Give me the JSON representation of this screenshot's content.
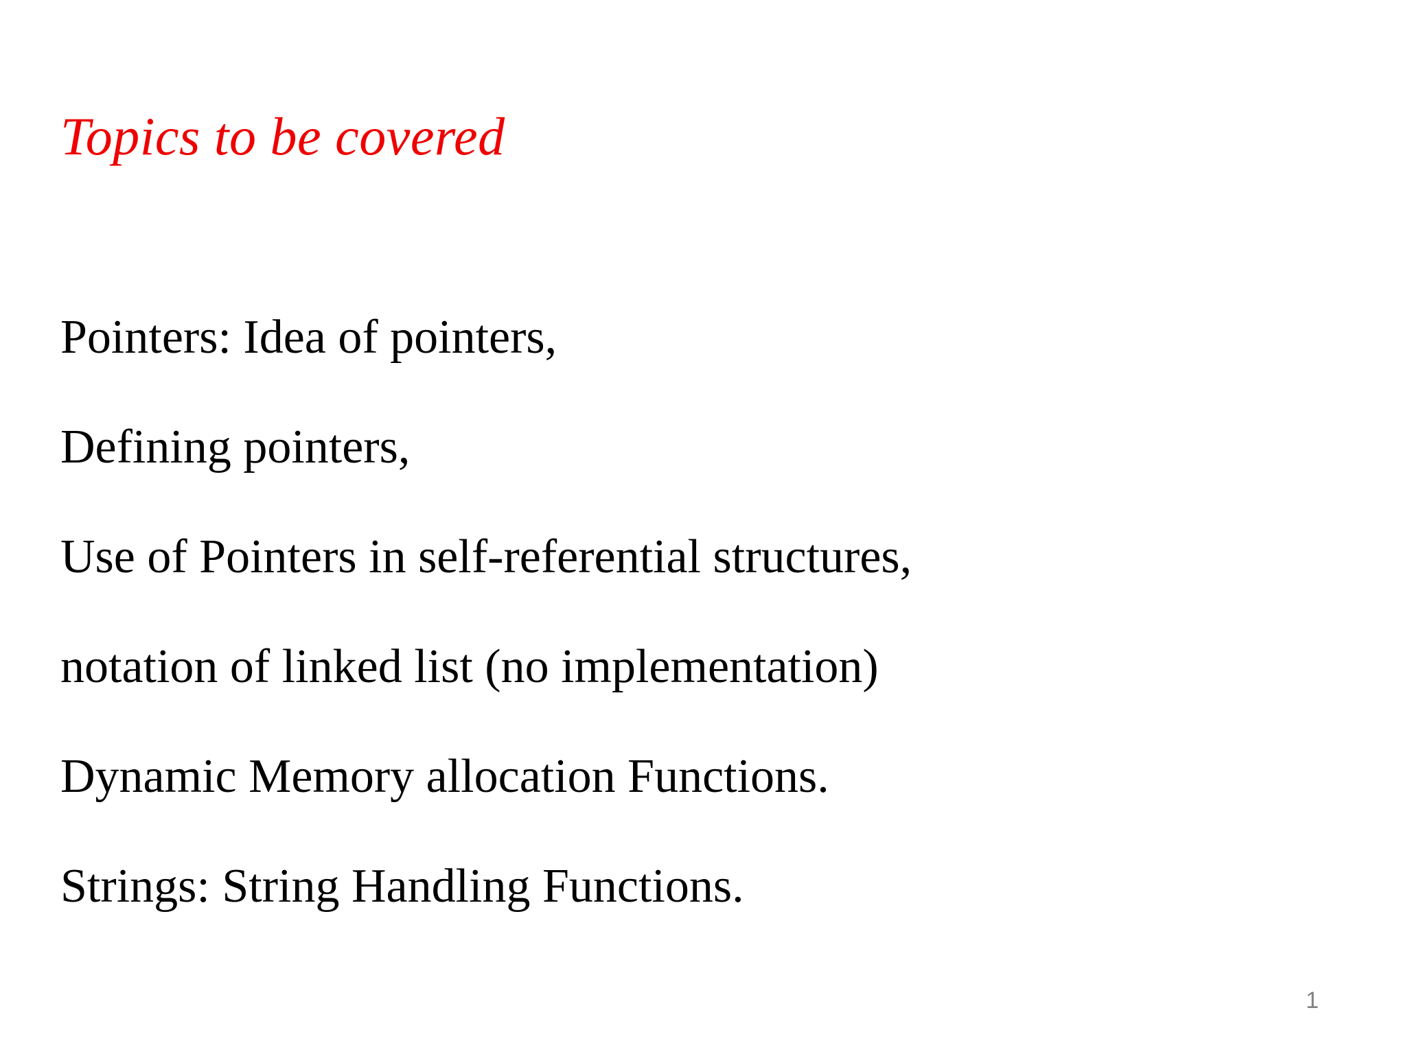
{
  "slide": {
    "background_color": "#ffffff",
    "title": "Topics to be covered",
    "title_color": "#ee0000",
    "body_color": "#000000",
    "body_lines": [
      "Pointers: Idea of pointers,",
      "Defining pointers,",
      "Use of Pointers in self-referential structures,",
      "notation of linked list (no implementation)",
      "Dynamic Memory allocation Functions.",
      "Strings: String Handling Functions."
    ],
    "page_number": "1",
    "page_number_color": "#808080"
  }
}
